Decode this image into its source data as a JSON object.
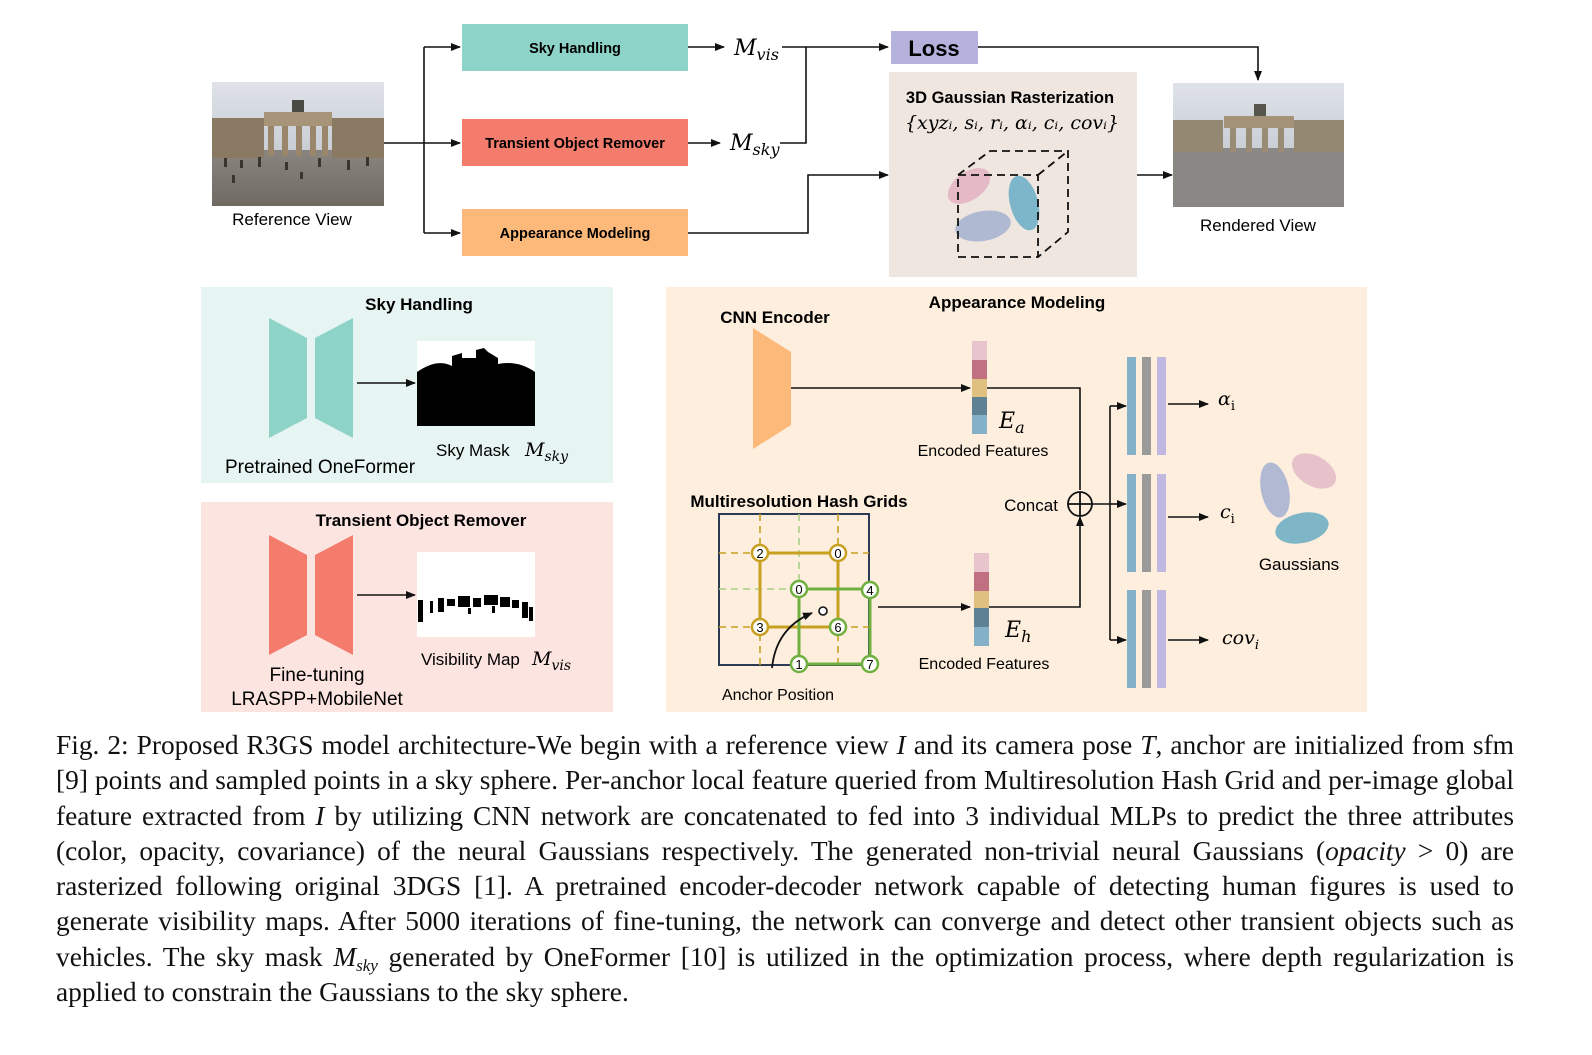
{
  "top": {
    "sky_handling": "Sky Handling",
    "transient_remover": "Transient Object Remover",
    "appearance_modeling": "Appearance Modeling",
    "m_vis": "M",
    "m_vis_sub": "vis",
    "m_sky": "M",
    "m_sky_sub": "sky",
    "loss": "Loss",
    "rasterization_title": "3D Gaussian Rasterization",
    "rasterization_params": "{xyzᵢ, sᵢ, rᵢ, αᵢ, cᵢ, covᵢ}",
    "reference_view": "Reference View",
    "rendered_view": "Rendered View"
  },
  "sky_panel": {
    "title": "Sky Handling",
    "model": "Pretrained OneFormer",
    "mask_label": "Sky Mask",
    "mask_math": "M",
    "mask_sub": "sky"
  },
  "transient_panel": {
    "title": "Transient Object Remover",
    "model_line1": "Fine-tuning",
    "model_line2": "LRASPP+MobileNet",
    "map_label": "Visibility Map",
    "map_math": "M",
    "map_sub": "vis"
  },
  "appearance_panel": {
    "title": "Appearance Modeling",
    "cnn_encoder": "CNN Encoder",
    "encoded_features_a": "Encoded Features",
    "ea_math": "E",
    "ea_sub": "a",
    "hash_grids": "Multiresolution Hash Grids",
    "encoded_features_h": "Encoded Features",
    "eh_math": "E",
    "eh_sub": "h",
    "concat": "Concat",
    "anchor_position": "Anchor Position",
    "alpha": "α",
    "alpha_sub": "i",
    "color": "c",
    "color_sub": "i",
    "cov": "cov",
    "cov_sub": "i",
    "gaussians": "Gaussians",
    "grid_labels": [
      "2",
      "0",
      "0",
      "4",
      "3",
      "6",
      "1",
      "7"
    ]
  },
  "caption": {
    "fig": "Fig. 2:",
    "p1": " Proposed R3GS model architecture-We begin with a reference view ",
    "I1": "I",
    "p2": " and its camera pose ",
    "T": "T",
    "p3": ", anchor are initialized from sfm [9] points and sampled points in a sky sphere. Per-anchor local feature queried from Multiresolution Hash Grid and per-image global feature extracted from ",
    "I2": "I",
    "p4": " by utilizing CNN network are concatenated to fed into 3 individual MLPs to predict the three attributes (color, opacity, covariance) of the neural Gaussians respectively. The generated non-trivial neural Gaussians (",
    "opacity": "opacity",
    "p5": " > 0) are rasterized following original 3DGS [1]. A pretrained encoder-decoder network capable of detecting human figures is used to generate visibility maps. After 5000 iterations of fine-tuning, the network can converge and detect other transient objects such as vehicles. The sky mask ",
    "msky_M": "M",
    "msky_sub": "sky",
    "p6": " generated by OneFormer [10] is utilized in the optimization process, where depth regularization is applied to constrain the Gaussians to the sky sphere."
  },
  "colors": {
    "sky_teal": "#8ed3c8",
    "transient_red": "#f47c6c",
    "appearance_orange": "#fdb97a",
    "loss_purple": "#b4b1dc",
    "raster_bg": "#efe6e0",
    "sky_panel_bg": "#e6f4f2",
    "transient_panel_bg": "#fce4e0",
    "appearance_panel_bg": "#fdeedd",
    "grid_gold": "#c8a020",
    "grid_green": "#70b040"
  }
}
